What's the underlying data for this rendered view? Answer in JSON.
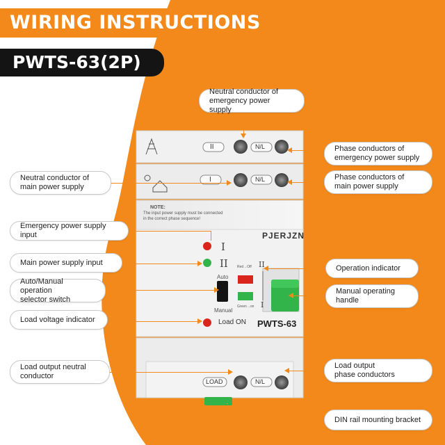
{
  "header": {
    "title": "WIRING INSTRUCTIONS",
    "model": "PWTS-63(2P)"
  },
  "device": {
    "brand": "PJERJZN",
    "model_label": "PWTS-63",
    "top_roman": "II",
    "mid_roman": "I",
    "terminal_nl": "N/L",
    "load_label": "LOAD",
    "note_title": "NOTE:",
    "note_text_1": "The input power supply must be connected",
    "note_text_2": "in the correct phase sequence!",
    "indicator_em": "I",
    "indicator_main": "II",
    "selector_auto": "Auto",
    "selector_manual": "Manual",
    "load_on": "Load ON",
    "red_off": "Red→Off",
    "green_on": "Green→on",
    "handle_ii": "II",
    "handle_i": "I"
  },
  "callouts": {
    "neutral_emergency": [
      "Neutral conductor of",
      "emergency power supply"
    ],
    "phase_emergency": [
      "Phase conductors of",
      "emergency power supply"
    ],
    "neutral_main": [
      "Neutral conductor of",
      "main power supply"
    ],
    "phase_main": [
      "Phase conductors of",
      "main power supply"
    ],
    "emergency_input": "Emergency power supply input",
    "main_input": "Main power supply input",
    "operation_indicator": "Operation indicator",
    "selector_switch": [
      "Auto/Manual operation",
      "selector switch"
    ],
    "manual_handle": [
      "Manual operating",
      "handle"
    ],
    "load_voltage": "Load voltage indicator",
    "load_neutral": [
      "Load output neutral",
      "conductor"
    ],
    "load_phase": [
      "Load output",
      "phase conductors"
    ],
    "din_rail": "DIN rail mounting bracket"
  },
  "colors": {
    "accent": "#f3891a",
    "dark": "#141414",
    "green": "#33b44a",
    "red": "#d9251c"
  }
}
